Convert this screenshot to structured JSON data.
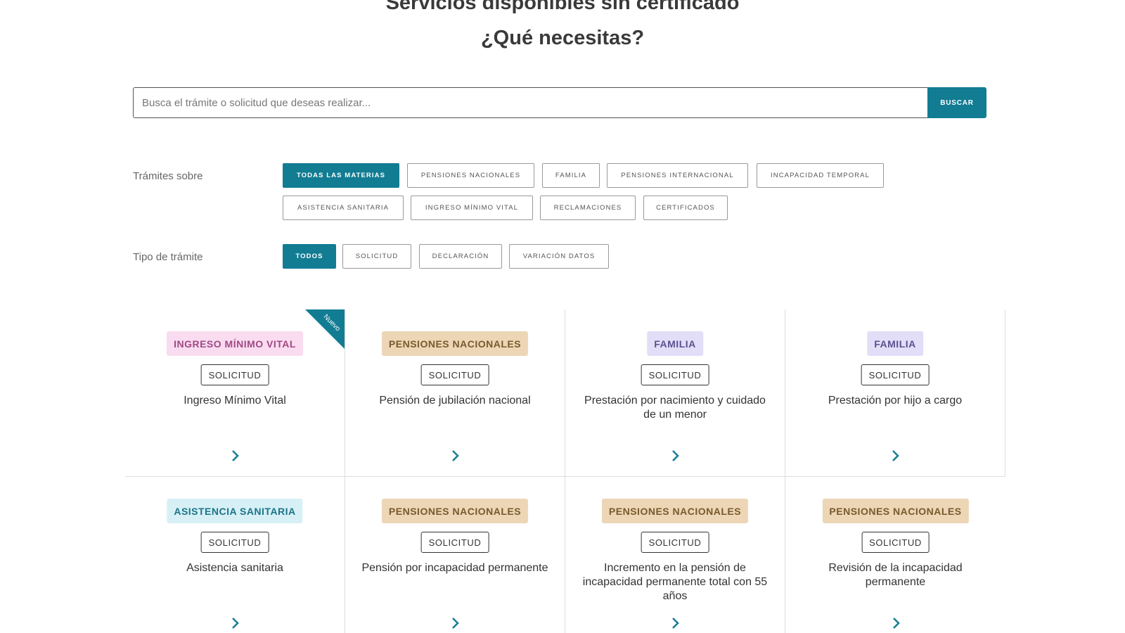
{
  "header": {
    "title": "Servicios disponibles sin certificado",
    "subtitle": "¿Qué necesitas?"
  },
  "search": {
    "placeholder": "Busca el trámite o solicitud que deseas realizar...",
    "button": "BUSCAR"
  },
  "filters": {
    "materias_label": "Trámites sobre",
    "materias": [
      {
        "label": "TODAS LAS MATERIAS",
        "active": true
      },
      {
        "label": "PENSIONES NACIONALES",
        "active": false
      },
      {
        "label": "FAMILIA",
        "active": false
      },
      {
        "label": "PENSIONES INTERNACIONAL",
        "active": false
      },
      {
        "label": "INCAPACIDAD TEMPORAL",
        "active": false
      },
      {
        "label": "ASISTENCIA SANITARIA",
        "active": false
      },
      {
        "label": "INGRESO MÍNIMO VITAL",
        "active": false
      },
      {
        "label": "RECLAMACIONES",
        "active": false
      },
      {
        "label": "CERTIFICADOS",
        "active": false
      }
    ],
    "tipo_label": "Tipo de trámite",
    "tipos": [
      {
        "label": "TODOS",
        "active": true
      },
      {
        "label": "SOLICITUD",
        "active": false
      },
      {
        "label": "DECLARACIÓN",
        "active": false
      },
      {
        "label": "VARIACIÓN DATOS",
        "active": false
      }
    ]
  },
  "cards": [
    {
      "category": "INGRESO MÍNIMO VITAL",
      "type": "SOLICITUD",
      "title": "Ingreso Mínimo Vital",
      "badge": "Nuevo"
    },
    {
      "category": "PENSIONES NACIONALES",
      "type": "SOLICITUD",
      "title": "Pensión de jubilación nacional"
    },
    {
      "category": "FAMILIA",
      "type": "SOLICITUD",
      "title": "Prestación por nacimiento y cuidado de un menor"
    },
    {
      "category": "FAMILIA",
      "type": "SOLICITUD",
      "title": "Prestación por hijo a cargo"
    },
    {
      "category": "ASISTENCIA SANITARIA",
      "type": "SOLICITUD",
      "title": "Asistencia sanitaria"
    },
    {
      "category": "PENSIONES NACIONALES",
      "type": "SOLICITUD",
      "title": "Pensión por incapacidad permanente"
    },
    {
      "category": "PENSIONES NACIONALES",
      "type": "SOLICITUD",
      "title": "Incremento en la pensión de incapacidad permanente total con 55 años"
    },
    {
      "category": "PENSIONES NACIONALES",
      "type": "SOLICITUD",
      "title": "Revisión de la incapacidad permanente"
    }
  ],
  "colors": {
    "accent": "#127c93",
    "chevron": "#1b7f95",
    "ribbon": "#127c93"
  },
  "icons": {
    "card_link": "chevron-right-icon"
  }
}
